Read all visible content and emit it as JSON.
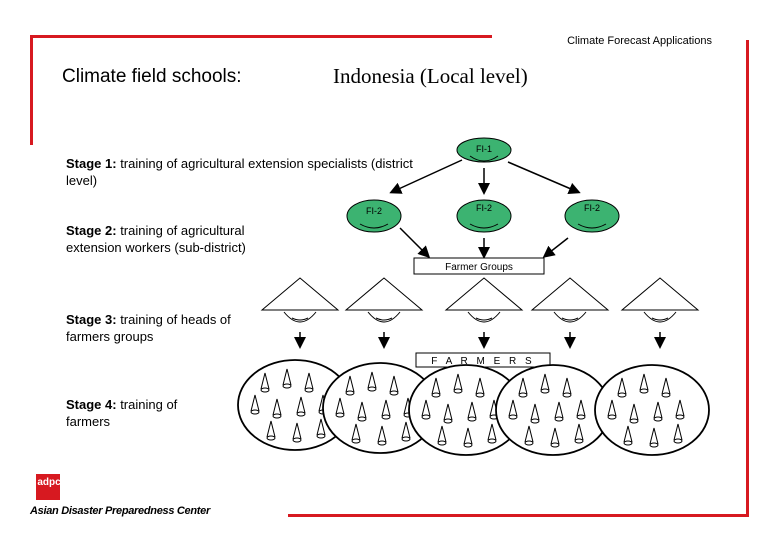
{
  "header": {
    "text": "Climate Forecast Applications"
  },
  "title": {
    "main": "Climate field schools:",
    "region": "Indonesia (Local level)"
  },
  "stages": [
    {
      "label": "Stage 1:",
      "text": " training of agricultural extension specialists (district level)"
    },
    {
      "label": "Stage 2:",
      "text": " training of agricultural extension workers (sub-district)"
    },
    {
      "label": "Stage 3:",
      "text": " training of heads of farmers groups"
    },
    {
      "label": "Stage 4:",
      "text": " training of farmers"
    }
  ],
  "diagram": {
    "trainer_top": "FI-1",
    "trainers_mid": [
      "FI-2",
      "FI-2",
      "FI-2"
    ],
    "farmer_groups": "Farmer Groups",
    "farmers": "F A R M E R S",
    "colors": {
      "trainer_fill": "#3cb371",
      "frame_red": "#d71920"
    }
  },
  "logo": {
    "mark": "adpc",
    "name": "Asian Disaster Preparedness Center"
  }
}
